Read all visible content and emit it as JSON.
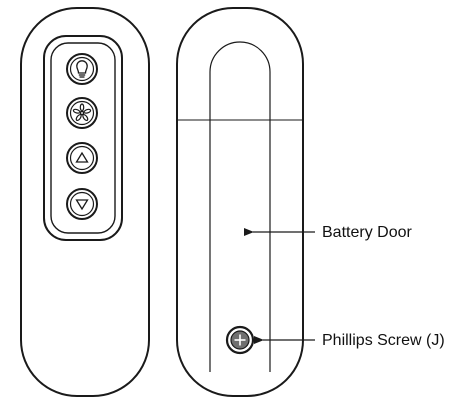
{
  "labels": {
    "battery_door": "Battery Door",
    "phillips_screw": "Phillips Screw (J)"
  },
  "remote_front": {
    "buttons": [
      {
        "name": "light-button",
        "icon": "lightbulb-icon"
      },
      {
        "name": "fan-button",
        "icon": "fan-icon"
      },
      {
        "name": "up-button",
        "icon": "triangle-up-icon"
      },
      {
        "name": "down-button",
        "icon": "triangle-down-icon"
      }
    ]
  },
  "colors": {
    "line": "#1a1a1a",
    "background": "#ffffff"
  }
}
